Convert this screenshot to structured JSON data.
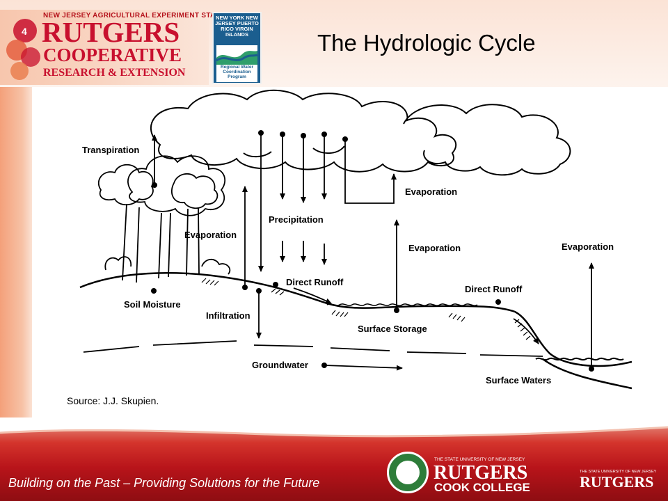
{
  "header": {
    "station": "NEW JERSEY AGRICULTURAL EXPERIMENT STATION",
    "rutgers": "RUTGERS",
    "cooperative": "COOPERATIVE",
    "research": "RESEARCH & EXTENSION",
    "state_badge_lines": "NEW YORK NEW JERSEY PUERTO RICO VIRGIN ISLANDS",
    "program": "Regional Water Coordination Program"
  },
  "slide": {
    "title": "The Hydrologic Cycle"
  },
  "diagram": {
    "labels": {
      "transpiration": "Transpiration",
      "evaporation_upper": "Evaporation",
      "evaporation_trees": "Evaporation",
      "precipitation": "Precipitation",
      "evaporation_middle": "Evaporation",
      "evaporation_right": "Evaporation",
      "direct_runoff_left": "Direct Runoff",
      "direct_runoff_right": "Direct Runoff",
      "soil_moisture": "Soil Moisture",
      "infiltration": "Infiltration",
      "surface_storage": "Surface Storage",
      "groundwater": "Groundwater",
      "surface_waters": "Surface Waters"
    },
    "source": "Source: J.J. Skupien."
  },
  "footer": {
    "tagline": "Building on the Past – Providing Solutions for the Future",
    "cook_small": "THE STATE UNIVERSITY OF NEW JERSEY",
    "cook_rutgers": "RUTGERS",
    "cook_college": "COOK COLLEGE",
    "r2_small": "THE STATE UNIVERSITY OF NEW JERSEY",
    "r2_rutgers": "RUTGERS"
  },
  "colors": {
    "brand_red": "#c8102e",
    "footer_red": "#b8141a",
    "badge_blue": "#1b5e8f"
  }
}
